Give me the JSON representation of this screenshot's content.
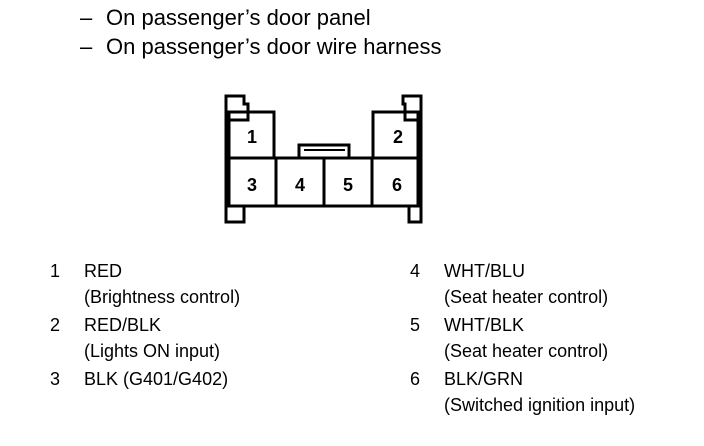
{
  "headings": [
    "On passenger’s door panel",
    "On passenger’s door wire harness"
  ],
  "dash": "–",
  "connector": {
    "pins": [
      "1",
      "2",
      "3",
      "4",
      "5",
      "6"
    ]
  },
  "legend": [
    {
      "pin": "1",
      "wire": "RED",
      "description": "(Brightness control)"
    },
    {
      "pin": "2",
      "wire": "RED/BLK",
      "description": "(Lights ON input)"
    },
    {
      "pin": "3",
      "wire": "BLK (G401/G402)",
      "description": ""
    },
    {
      "pin": "4",
      "wire": "WHT/BLU",
      "description": "(Seat heater control)"
    },
    {
      "pin": "5",
      "wire": "WHT/BLK",
      "description": "(Seat heater control)"
    },
    {
      "pin": "6",
      "wire": "BLK/GRN",
      "description": "(Switched ignition input)"
    }
  ]
}
